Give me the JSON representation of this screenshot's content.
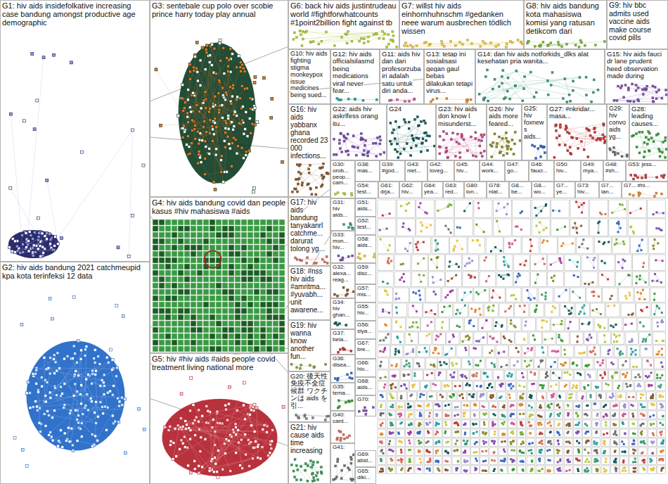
{
  "diagram": {
    "nodes": [
      {
        "text": [
          "G1: hiv aids insidefolkative increasing case bandung amongst productive age demographic"
        ]
      },
      {
        "text": [
          "G3: sentebale cup polo over scobie prince harry today play annual"
        ]
      },
      {
        "text": [
          "G6: back hiv aids justintrudeau world #fightforwhatcounts #1point2billion fight against tb"
        ]
      },
      {
        "text": [
          "G7: willst hiv aids einhornhuhnschm #gedanken neee warum ausbrechen tödlich wissen"
        ]
      },
      {
        "text": [
          "G8: hiv aids bandung kota mahasiswa komisi yang ratusan detikcom dari"
        ]
      },
      {
        "text": [
          "G9: hiv bbc admits used vaccine aids make course covid pills"
        ]
      },
      {
        "text": [
          "G10: hiv aids fighting stigma monkeypox issue medicines being sued..."
        ]
      },
      {
        "text": [
          "G12: hiv aids officialsilasmd being medications viral never fear..."
        ]
      },
      {
        "text": [
          "G11: aids hiv dan dari profesorzubairi adalah satu untuk diri anda..."
        ]
      },
      {
        "text": [
          "G13: tetap ini sosialisasi gegan gaul bebas dilakukan tetapi virus..."
        ]
      },
      {
        "text": [
          "G14: dan hiv aids notforkids_dlks alat kesehatan pria wanita..."
        ]
      },
      {
        "text": [
          "G15: hiv aids fauci dr lane prudent heed observation made during"
        ]
      },
      {
        "text": [
          "G16: hiv aids yabbanx ghana recorded 23 000 infections..."
        ]
      },
      {
        "text": [
          "G22: aids hiv askrlfess orang itu..."
        ]
      },
      {
        "text": [
          "G24"
        ]
      },
      {
        "text": [
          "G23: hiv aids don know l misunderst..."
        ]
      },
      {
        "text": [
          "G26: hiv aids more feared..."
        ]
      },
      {
        "text": [
          "G25: hiv foxnews aids..."
        ]
      },
      {
        "text": [
          "G27: #nkridar... masa..."
        ]
      },
      {
        "text": [
          "G29: hiv convo aids yg..."
        ]
      },
      {
        "text": [
          "G28: leading causes..."
        ]
      },
      {
        "text": [
          "G4: hiv aids bandung covid dan people kasus #hiv mahasiswa #aids"
        ]
      },
      {
        "text": [
          "G17: hiv aids bandung tanyakanrl catchme... darurat tolong yg..."
        ]
      },
      {
        "text": [
          "G18: #nss hiv aids #amritma... #yuvabh... unit awarene..."
        ]
      },
      {
        "text": [
          "G2: hiv aids bandung 2021 catchmeupid kpa kota terinfeksi 12 data"
        ]
      },
      {
        "text": [
          "G5: hiv #hiv aids #aids people covid treatment living national more"
        ]
      },
      {
        "text": [
          "G19: hiv wanna know another fun..."
        ]
      },
      {
        "text": [
          "G20: 後天性免疫不全症候群 ワクチンは aids を引..."
        ]
      },
      {
        "text": [
          "G21: hiv cause aids time increasing"
        ]
      },
      {
        "text": [
          "G30: orob... peop... cam..."
        ]
      },
      {
        "text": [
          "G38: mas..."
        ]
      },
      {
        "text": [
          "G39: #god..."
        ]
      },
      {
        "text": [
          "G43: niet..."
        ]
      },
      {
        "text": [
          "G42: loveg..."
        ]
      },
      {
        "text": [
          "G45: hiv..."
        ]
      },
      {
        "text": [
          "G44: work..."
        ]
      },
      {
        "text": [
          "G47: go..."
        ]
      },
      {
        "text": [
          "G46: fauci..."
        ]
      },
      {
        "text": [
          "G50: hiv..."
        ]
      },
      {
        "text": [
          "G49: mya..."
        ]
      },
      {
        "text": [
          "G48: #sh..."
        ]
      },
      {
        "text": [
          "G53: jess..."
        ]
      },
      {
        "text": [
          "G54: test..."
        ]
      },
      {
        "text": [
          "G61: drja..."
        ]
      },
      {
        "text": [
          "G62: hiv..."
        ]
      },
      {
        "text": [
          "G64: yea..."
        ]
      },
      {
        "text": [
          "G63: red..."
        ]
      },
      {
        "text": [
          "G80: lon..."
        ]
      },
      {
        "text": [
          "G78: niat..."
        ]
      },
      {
        "text": [
          "G8... be..."
        ]
      },
      {
        "text": [
          "G8... wo..."
        ]
      },
      {
        "text": [
          "G7... ye..."
        ]
      },
      {
        "text": [
          "G73: hiv..."
        ]
      },
      {
        "text": [
          "G7... lan..."
        ]
      },
      {
        "text": [
          "G7... #hi..."
        ]
      },
      {
        "text": [
          "G31: hiv aids..."
        ]
      },
      {
        "text": [
          "G33: mon... hiv..."
        ]
      },
      {
        "text": [
          "G32: alexa... reag..."
        ]
      },
      {
        "text": [
          "G34: hiv ghan..."
        ]
      },
      {
        "text": [
          "G37: bela..."
        ]
      },
      {
        "text": [
          "G36: disea..."
        ]
      },
      {
        "text": [
          "G35: tema..."
        ]
      },
      {
        "text": [
          "G40: card..."
        ]
      },
      {
        "text": [
          "G41:"
        ]
      },
      {
        "text": [
          "G51: aids..."
        ]
      },
      {
        "text": [
          "G52: test..."
        ]
      },
      {
        "text": [
          "G58: aids..."
        ]
      },
      {
        "text": [
          "G59: disc..."
        ]
      },
      {
        "text": [
          "G57: mis..."
        ]
      },
      {
        "text": [
          "G55: hiv..."
        ]
      },
      {
        "text": [
          "G56: siya..."
        ]
      },
      {
        "text": [
          "G67: bre..."
        ]
      },
      {
        "text": [
          "G66: hiv..."
        ]
      },
      {
        "text": [
          "G68: aids..."
        ]
      },
      {
        "text": [
          "G70:"
        ]
      },
      {
        "text": [
          "G69: abst..."
        ]
      },
      {
        "text": [
          "G65: diki..."
        ]
      }
    ],
    "edges": [
      {
        "from": 0,
        "to": 12,
        "arrow": "none"
      },
      {
        "from": 0,
        "to": 2,
        "arrow": "none"
      },
      {
        "from": 24,
        "to": 26,
        "arrow": "none"
      },
      {
        "from": 24,
        "to": 22,
        "arrow": "none"
      },
      {
        "from": 1,
        "to": 9,
        "arrow": "none"
      },
      {
        "from": 25,
        "to": 55,
        "arrow": "none"
      },
      {
        "from": 21,
        "to": 29,
        "arrow": "none"
      },
      {
        "from": 0,
        "to": 27,
        "arrow": "none"
      },
      {
        "from": 24,
        "to": 28,
        "arrow": "none"
      }
    ]
  }
}
